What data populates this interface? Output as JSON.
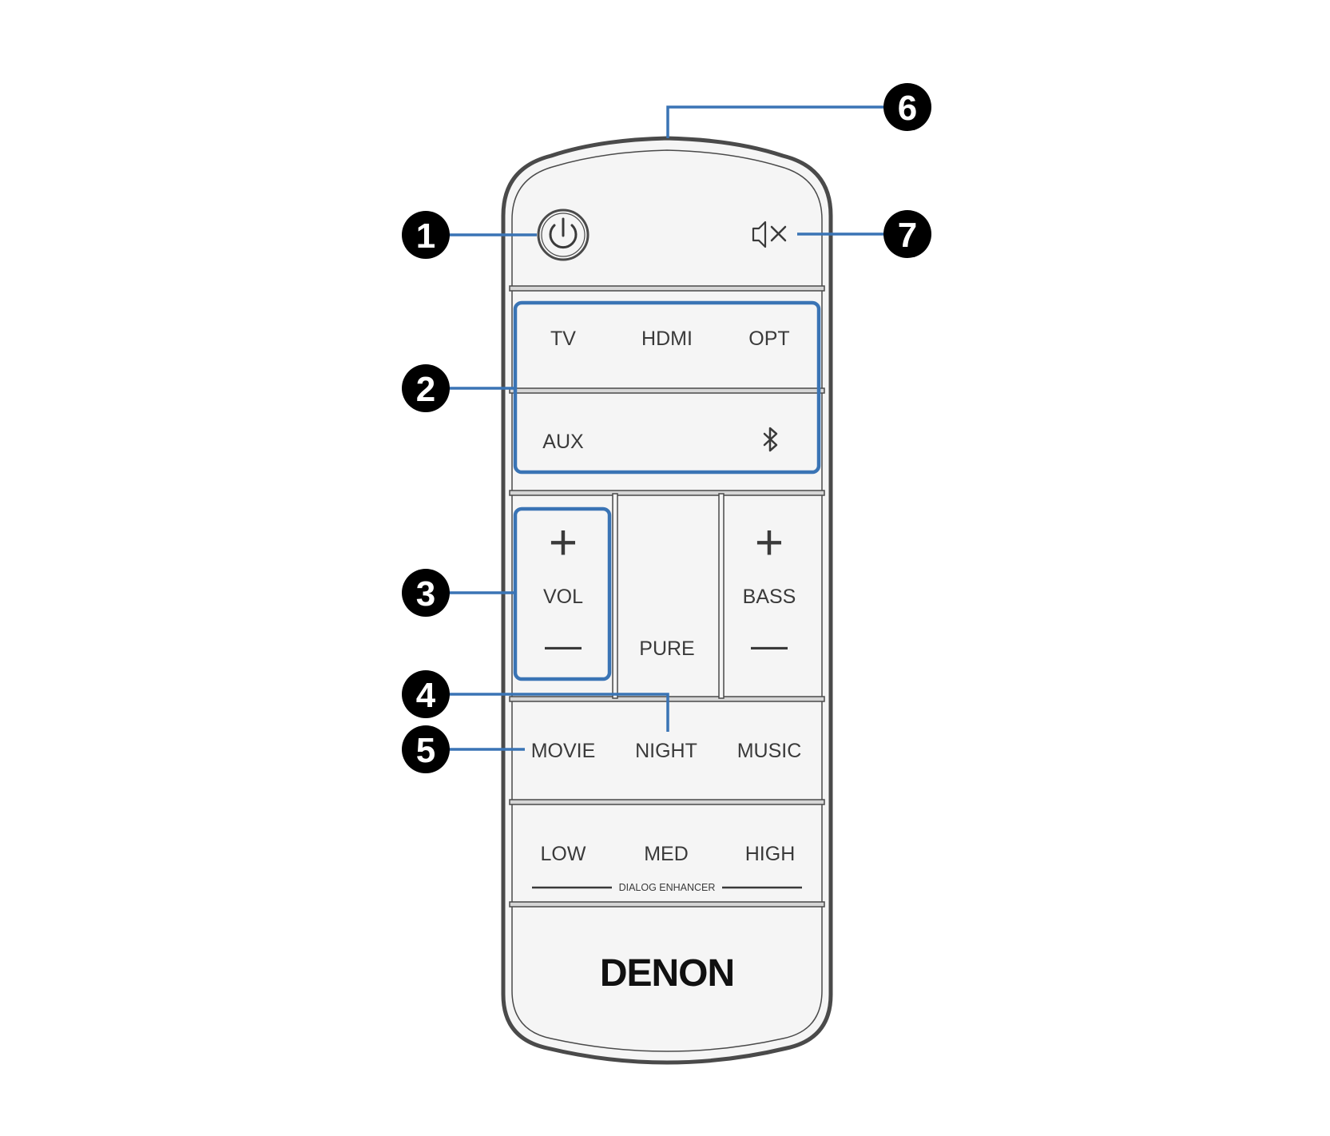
{
  "remote": {
    "power_icon": "power-icon",
    "mute_icon": "mute-icon",
    "bluetooth_icon": "bluetooth-icon",
    "inputs": {
      "tv": "TV",
      "hdmi": "HDMI",
      "opt": "OPT",
      "aux": "AUX"
    },
    "vol": {
      "plus": "+",
      "label": "VOL",
      "minus": "—"
    },
    "pure": "PURE",
    "bass": {
      "plus": "+",
      "label": "BASS",
      "minus": "—"
    },
    "modes": {
      "movie": "MOVIE",
      "night": "NIGHT",
      "music": "MUSIC"
    },
    "dialog": {
      "low": "LOW",
      "med": "MED",
      "high": "HIGH",
      "caption": "DIALOG ENHANCER"
    },
    "brand": "DENON"
  },
  "callouts": {
    "c1": "1",
    "c2": "2",
    "c3": "3",
    "c4": "4",
    "c5": "5",
    "c6": "6",
    "c7": "7"
  },
  "colors": {
    "highlight": "#3a74b5",
    "body": "#f5f5f5",
    "outline": "#4a4a4a",
    "badge": "#000000"
  }
}
